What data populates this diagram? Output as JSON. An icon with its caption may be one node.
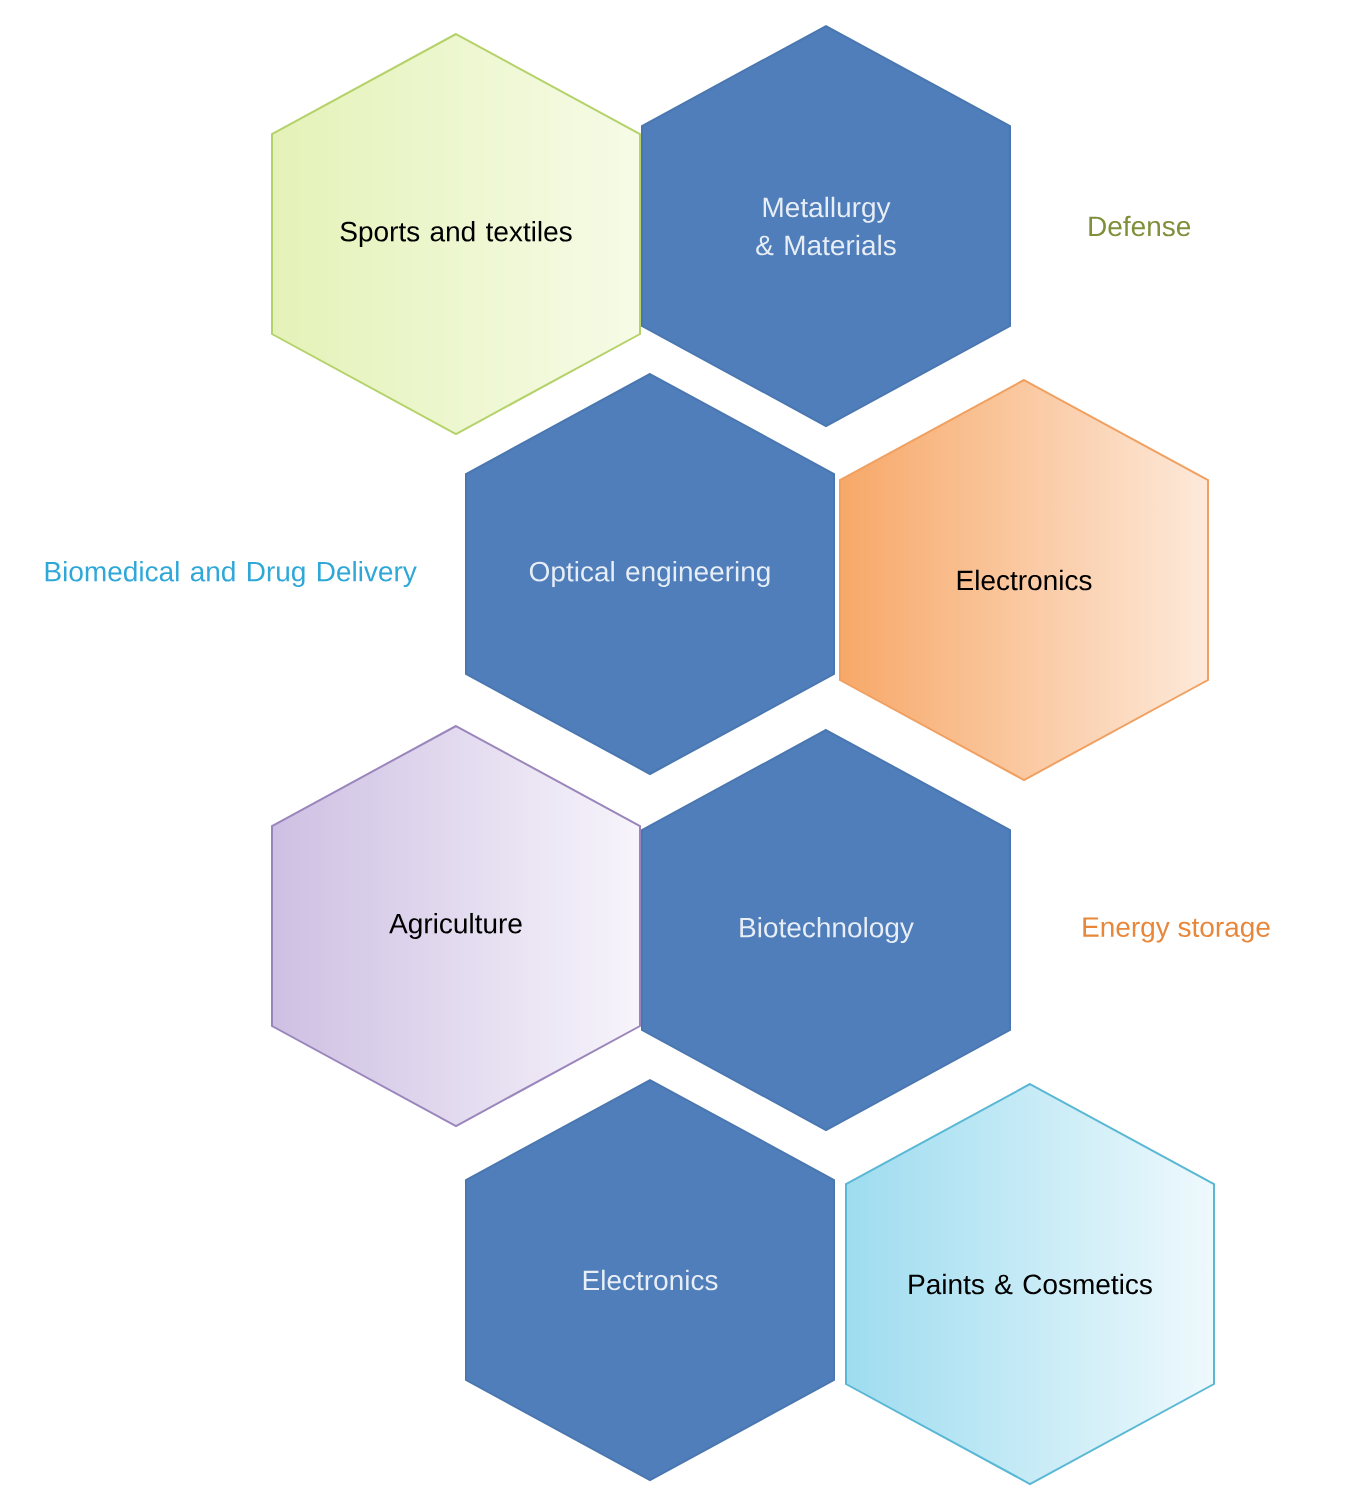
{
  "diagram": {
    "nodes": [
      {
        "text": [
          "Sports and textiles"
        ]
      },
      {
        "text": [
          "Metallurgy & Materials"
        ]
      },
      {
        "text": [
          "Optical engineering"
        ]
      },
      {
        "text": [
          "Electronics"
        ]
      },
      {
        "text": [
          "Agriculture"
        ]
      },
      {
        "text": [
          "Biotechnology"
        ]
      },
      {
        "text": [
          "Electronics"
        ]
      },
      {
        "text": [
          "Paints & Cosmetics"
        ]
      }
    ],
    "labels": [
      "Defense",
      "Biomedical and Drug Delivery",
      "Energy storage"
    ]
  }
}
